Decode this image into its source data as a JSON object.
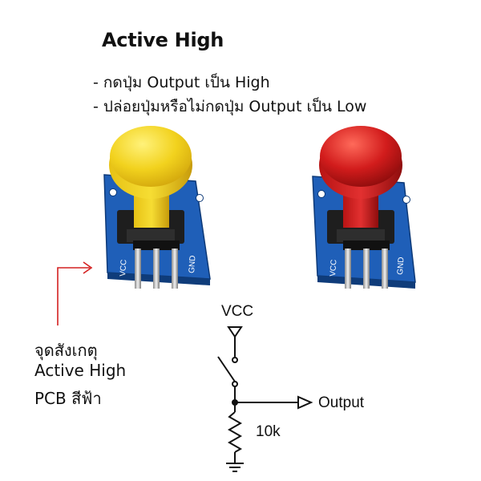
{
  "title": "Active High",
  "bullets": [
    "- กดปุ่ม Output เป็น High",
    "- ปล่อยปุ่มหรือไม่กดปุ่ม Output เป็น Low"
  ],
  "module_pin_labels": {
    "left": "VCC",
    "right": "GND"
  },
  "note_lines": [
    "จุดสังเกตุ",
    "Active High",
    "PCB สีฟ้า"
  ],
  "schematic": {
    "vcc_label": "VCC",
    "output_label": "Output",
    "resistor_label": "10k"
  },
  "colors": {
    "pcb_blue": "#1f5fb8",
    "yellow_cap": "#f2d21e",
    "red_cap": "#d21c1c",
    "arrow_red": "#d42020"
  }
}
